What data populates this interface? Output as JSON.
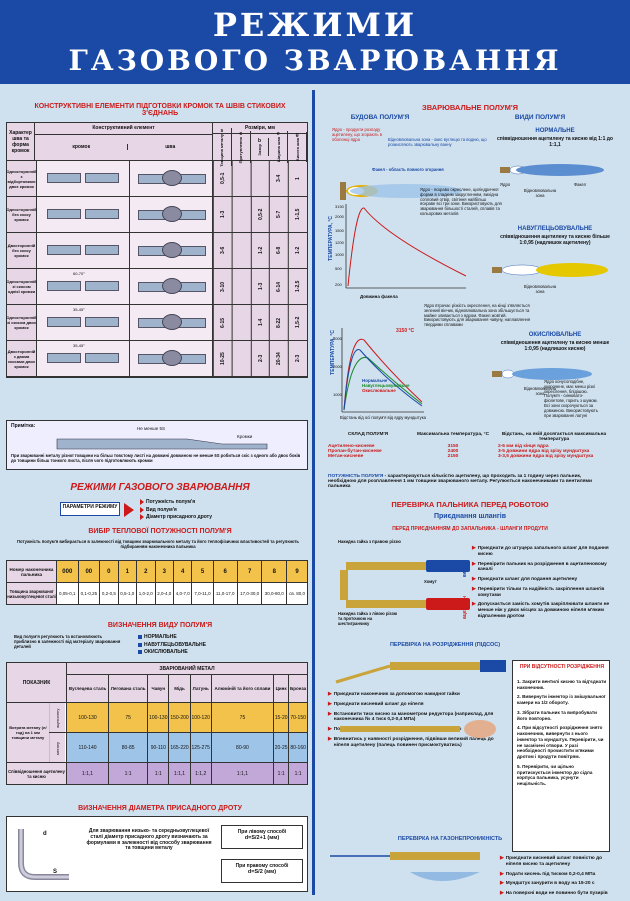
{
  "header": {
    "line1": "РЕЖИМИ",
    "line2": "ГАЗОВОГО ЗВАРЮВАННЯ"
  },
  "prep": {
    "title": "КОНСТРУКТИВНІ ЕЛЕМЕНТИ ПІДГОТОВКИ КРОМОК ТА ШВІВ СТИКОВИХ З'ЄДНАНЬ",
    "h_char": "Характер шва та форма кромок",
    "h_struct": "Конструктивний елемент",
    "h_edge": "кромок",
    "h_seam": "шва",
    "h_size": "Розміри, мм",
    "cols": [
      "Товщина металу",
      "Притуплення",
      "Зазор",
      "Ширина шва",
      "Висота шва"
    ],
    "col_letters": [
      "s",
      "c",
      "b",
      "e",
      "g"
    ],
    "rows": [
      {
        "name": "Односторонній з відбортовкою двох кромок",
        "v": [
          "0,5-1",
          "",
          "",
          "3-4",
          "1"
        ]
      },
      {
        "name": "Односторонній без скосу кромок",
        "v": [
          "1-3",
          "",
          "0,5-2",
          "5-7",
          "1-1,5"
        ]
      },
      {
        "name": "Двосторонній без скосу кромок",
        "v": [
          "3-6",
          "",
          "1-2",
          "6-8",
          "1-2"
        ]
      },
      {
        "name": "Односторонній зі скосом однієї кромки",
        "v": [
          "3-10",
          "",
          "1-3",
          "6-14",
          "1-2,5"
        ]
      },
      {
        "name": "Односторонній зі скосом двох кромок",
        "v": [
          "6-15",
          "",
          "1-4",
          "8-22",
          "1,5-2"
        ]
      },
      {
        "name": "Двосторонній з двома скосами двох кромок",
        "v": [
          "10-25",
          "",
          "2-3",
          "20-34",
          "2-3"
        ]
      }
    ],
    "angles": [
      "60-70°",
      "35-45°",
      "35-45°"
    ],
    "note_label": "Примітка:",
    "note_more": "Не менше 5S",
    "note_edges": "Кромки",
    "note_text": "При зварюванні металу різної товщини на більш товстому листі на довжині довжиною не менше 5S робиться скіс з одного або двох боків до товщини більш тонкого листа, після чого підготовлюють кромки"
  },
  "modes": {
    "title": "РЕЖИМИ ГАЗОВОГО ЗВАРЮВАННЯ",
    "params": "ПАРАМЕТРИ РЕЖИМУ",
    "items": [
      "Потужність полум'я",
      "Вид полум'я",
      "Діаметр присадного дроту"
    ]
  },
  "thermal": {
    "title": "ВИБІР ТЕПЛОВОЇ ПОТУЖНОСТІ ПОЛУМ'Я",
    "desc": "Потужність полум'я вибирається в залежності від товщини зварювального металу та його теплофізичних властивостей та регулюють підбиранням наконечника пальника",
    "r1_label": "Номер наконечника пальника",
    "nums": [
      "000",
      "00",
      "0",
      "1",
      "2",
      "3",
      "4",
      "5",
      "6",
      "7",
      "8",
      "9"
    ],
    "r2_label": "Товщина зварюваної низьковуглецевої сталі",
    "thick": [
      "0,05-0,1",
      "0,1-0,25",
      "0,2-0,5",
      "0,5-1,0",
      "1,0-2,0",
      "2,0-4,0",
      "4,0-7,0",
      "7,0-11,0",
      "11,0-17,0",
      "17,0-30,0",
      "30,0-80,0",
      "св. 80,0"
    ]
  },
  "view": {
    "title": "ВИЗНАЧЕННЯ ВИДУ ПОЛУМ'Я",
    "desc": "Вид полум'я регулюють та встановлюють приблизно в залежності від матеріалу зварювання деталей",
    "items": [
      "НОРМАЛЬНЕ",
      "НАВУГЛЕЦЬОВУВАЛЬНЕ",
      "ОКИСЛЮВАЛЬНЕ"
    ]
  },
  "metal": {
    "h_ind": "ПОКАЗНИК",
    "h_metal": "ЗВАРЮВАНИЙ МЕТАЛ",
    "metals": [
      "Вуглецева сталь",
      "Легована сталь",
      "Чавун",
      "Мідь",
      "Латунь",
      "Алюміній та його сплави",
      "Цинк",
      "Бронза"
    ],
    "h_consume": "Витрата метану (л/год) на 1 мм товщини металу",
    "h_acet": "ацетилену",
    "h_meth": "метану",
    "acet": [
      "100-130",
      "75",
      "100-130",
      "150-200",
      "100-120",
      "75",
      "15-20",
      "70-150"
    ],
    "meth": [
      "110-140",
      "80-85",
      "90-110",
      "165-220",
      "125-275",
      "80-90",
      "20-25",
      "80-160"
    ],
    "h_ratio": "Співвідношення ацетилену та кисню",
    "ratio": [
      "1:1,1",
      "1:1",
      "1:1",
      "1:1,1",
      "1:1,2",
      "1:1,1",
      "1:1",
      "1:1"
    ]
  },
  "wire": {
    "title": "ВИЗНАЧЕННЯ ДІАМЕТРА ПРИСАДНОГО ДРОТУ",
    "desc": "Для зварювання низько- та середньовуглецевої сталі діаметр присадного дроту визначають за формулами в залежності від способу зварювання та товщини металу",
    "left": "При лівому способі",
    "left_f": "d=S/2+1 (мм)",
    "right": "При правому способі",
    "right_f": "d=S/2 (мм)",
    "d": "d",
    "s": "S"
  },
  "flame": {
    "title": "ЗВАРЮВАЛЬНЕ ПОЛУМ'Я",
    "struct": "БУДОВА ПОЛУМ'Я",
    "kinds": "ВИДИ ПОЛУМ'Я",
    "core": "Ядро - продукти розпаду ацетилену, що згорають в оболонці ядра",
    "zone": "Відновлювальна зона - окис вуглецю та водню, що розкисляють зварювальну ванну",
    "torch": "Факел - область повного згорання",
    "temp_axis": "ТЕМПЕРАТУРА, °С",
    "len": "Довжина факела",
    "ticks": [
      "3150",
      "2000",
      "1500",
      "1200",
      "1000",
      "500",
      "200"
    ],
    "core_desc": "Ядро - яскраво окреслене, циліндричної форми в гладким закругленням, вихідна сопловий отвір, світіння найбільш яскраве всі три зони. Використовують для зварювання більшості сталей, сплавів та кольорових металів",
    "normal": "НОРМАЛЬНЕ",
    "normal_sub": "співвідношення ацетилену та кисню від 1:1 до 1:1,1",
    "carb": "НАВУГЛЕЦЬОВУВАЛЬНЕ",
    "carb_sub": "співвідношення ацетилену та кисню більше 1:0,95 (надлишок ацетилену)",
    "carb_desc": "Ядро втрачає різкість окреслення, на кінці з'являється зелений вінчик, відновлювальна зона збільшується та майже зливається з ядром. Факел жовтий. Використовують для зварювання чавуну, наплавлення твердими сплавами",
    "oxid": "ОКИСЛЮВАЛЬНЕ",
    "oxid_sub": "співвідношення ацетилену та кисню менше 1:0,95 (надлишок кисню)",
    "oxid_desc": "Ядро конусоподібне, укорочене, має менш різкі окреслення, блідішою. Полум'я - синювато-фіолетове, горить з шумом. Всі зони скорочуються за довжиною. Використовують при зварюванні латуні",
    "lbl_core": "Ядро",
    "lbl_zone": "Відновлювальна зона",
    "lbl_torch": "Факел",
    "chart2_axis": "ТЕМПЕРАТУРА, °С",
    "chart2_x": "Відстань від осі полум'я від ядру мундштука",
    "chart2_top": "3150 °С",
    "chart2_ticks": [
      "3000",
      "2000",
      "1000"
    ],
    "chart2_legend": [
      "Нормальне",
      "Навуглецьовувальне",
      "Окислювальне"
    ],
    "table_h": [
      "СКЛАД ПОЛУМ'Я",
      "Максимальна температура, °С",
      "Відстань, на якій досягається максимальна температура"
    ],
    "table_rows": [
      [
        "Ацетилено-кисневе",
        "3150",
        "2-6 мм від кінця ядра"
      ],
      [
        "Пропан-бутан-кисневе",
        "2400",
        "3-5 довжини ядра від зрізу мундштука"
      ],
      [
        "Метан-кисневе",
        "2150",
        "3-3,5 довжини ядра від зрізу мундштука"
      ]
    ],
    "power": "ПОТУЖНІСТЬ ПОЛУМ'Я",
    "power_desc": "- характеризується кількістю ацетилену, що проходить за 1 годину через пальник, необхідною для розплавлення 1 мм товщини зварюваного металу. Регулюється наконечниками та вентилями пальника"
  },
  "check": {
    "title": "ПЕРЕВІРКА ПАЛЬНИКА ПЕРЕД РОБОТОЮ",
    "sub": "Приєднання шлангів",
    "sub2": "ПЕРЕД ПРИЄДНАННЯМ ДО ЗАПАЛЬНИКА - ШЛАНГИ ПРОДУТИ",
    "nut": "Накидна гайка з правою різзю",
    "nut2": "Накидна гайка з лівою різзю та проточкою на шестигранчику",
    "clamp": "Хомут",
    "oxy": "кисень",
    "acet": "ацетилен",
    "steps1": [
      "Приєднати до штуцера запального шланг для подання кисню",
      "Перевірити пальник на розрідження в ацетиленовому каналі",
      "Приєднати шланг для подання ацетилену",
      "Перевірити тільки та надійність закріплення шлангів хомутами",
      "Допускається замість хомутів закріплювати шланги не менше ніж у двох місцях за довжиною ніпеля м'яким відпаленим дротом"
    ],
    "vac_title": "ПЕРЕВІРКА НА РОЗРІДЖЕННЯ (ПІДСОС)",
    "steps2": [
      "Приєднати наконечник за допомогою накидної гайки",
      "Приєднати кисневий шланг до ніпеля",
      "Встановити тиск кисню за манометром редуктора (наприклад, для наконечника № 4 тиск 0,2-0,4 МПа)",
      "Повністю відкрити вентиль ацетилену, а потім кисню",
      "Впевнитись у наявності розрідження, підвівши великий палець до ніпеля ацетилену (палець повинен присмоктуватись)"
    ],
    "noflow_title": "ПРИ ВІДСУТНОСТІ РОЗРІДЖЕННЯ",
    "noflow": [
      "1. Закрити вентилі кисню та від'єднати наконечник.",
      "2. Вивернути інжектор із змішувальної камери на 1/2 обороту.",
      "3. Зібрати пальник та випробувати його повторно.",
      "4. При відсутності розрідження знято наконечник, вивернути з нього інжектор та мундштук. Перевірити, чи не засмічені отвори. У разі необхідності прочистити м'якими дротом і продути повітрям.",
      "5. Перевірити, чи щільно притискується інжектор до сідла корпуса пальника, усунути нещільність."
    ],
    "gas_title": "ПЕРЕВІРКА НА ГАЗОНЕПРОНИКНІСТЬ",
    "steps3": [
      "Приєднати кисневий шланг повністю до ніпеля кисню та ацетилену",
      "Подати кисень під тиском 0,2-0,4 МПа",
      "Мундштук занурити в воду на 15-20 с",
      "На поверхні води не повинно бути пузирів"
    ]
  }
}
